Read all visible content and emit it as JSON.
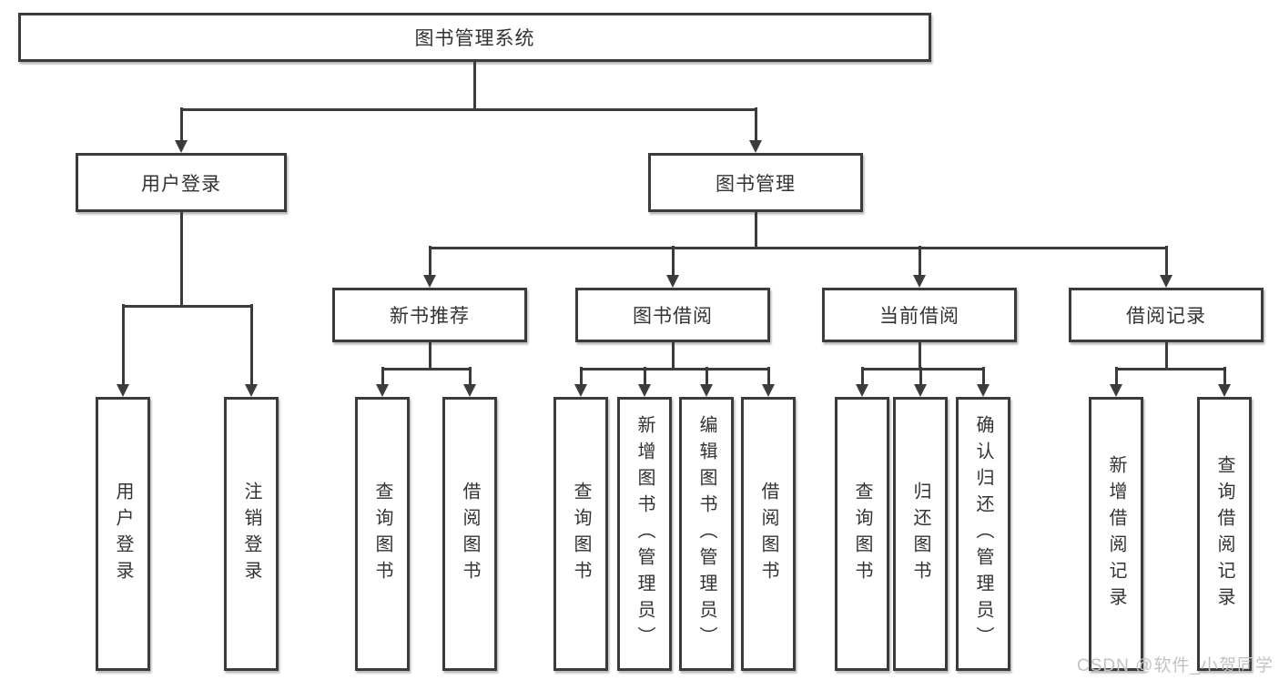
{
  "diagram": {
    "root": {
      "label": "图书管理系统"
    },
    "level2": [
      {
        "label": "用户登录"
      },
      {
        "label": "图书管理"
      }
    ],
    "level3": [
      {
        "label": "新书推荐"
      },
      {
        "label": "图书借阅"
      },
      {
        "label": "当前借阅"
      },
      {
        "label": "借阅记录"
      }
    ],
    "leaves": [
      {
        "label": "用户登录"
      },
      {
        "label": "注销登录"
      },
      {
        "label": "查询图书"
      },
      {
        "label": "借阅图书"
      },
      {
        "label": "查询图书"
      },
      {
        "label": "新增图书（管理员）"
      },
      {
        "label": "编辑图书（管理员）"
      },
      {
        "label": "借阅图书"
      },
      {
        "label": "查询图书"
      },
      {
        "label": "归还图书"
      },
      {
        "label": "确认归还（管理员）"
      },
      {
        "label": "新增借阅记录"
      },
      {
        "label": "查询借阅记录"
      }
    ],
    "watermark": "CSDN @软件_小贺同学",
    "colors": {
      "line": "#3b3b3b",
      "text": "#333333",
      "watermark": "#c3c2c2",
      "background": "#ffffff"
    }
  }
}
